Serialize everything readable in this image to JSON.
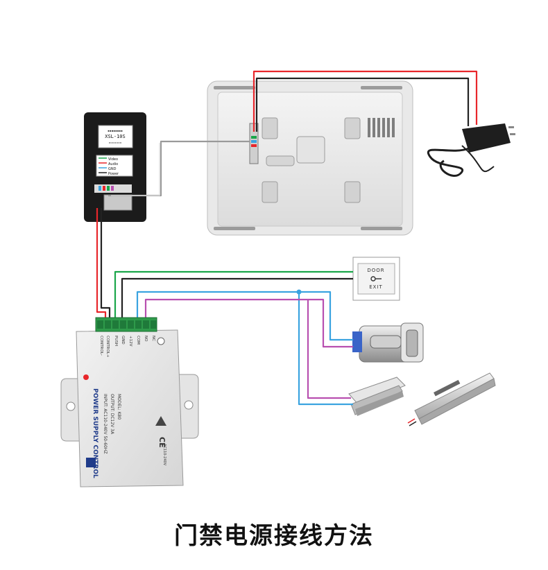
{
  "caption": "门禁电源接线方法",
  "outdoor_station": {
    "model": "XSL-10S",
    "label_lines": [
      "Video",
      "Audio",
      "GND",
      "Power"
    ]
  },
  "power_supply": {
    "title": "POWER SUPPLY CONTROL",
    "input": "INPUT: AC110-240V 50-60HZ",
    "output": "OUTPUT: DC12V 3A",
    "model": "MODEL: K80",
    "ac": "AC110-240V",
    "terminals": [
      "CONTROL-",
      "CONTROL+",
      "PUSH",
      "GND",
      "+12V",
      "COM",
      "NO",
      "NC"
    ],
    "ce": "CE"
  },
  "exit_button": {
    "text_top": "DOOR",
    "text_bottom": "EXIT"
  },
  "wire_colors": {
    "red": "#e8262b",
    "black": "#222222",
    "green": "#1aa64a",
    "blue": "#3aa3e0",
    "purple": "#b84fb0",
    "gray": "#9a9a9a"
  }
}
